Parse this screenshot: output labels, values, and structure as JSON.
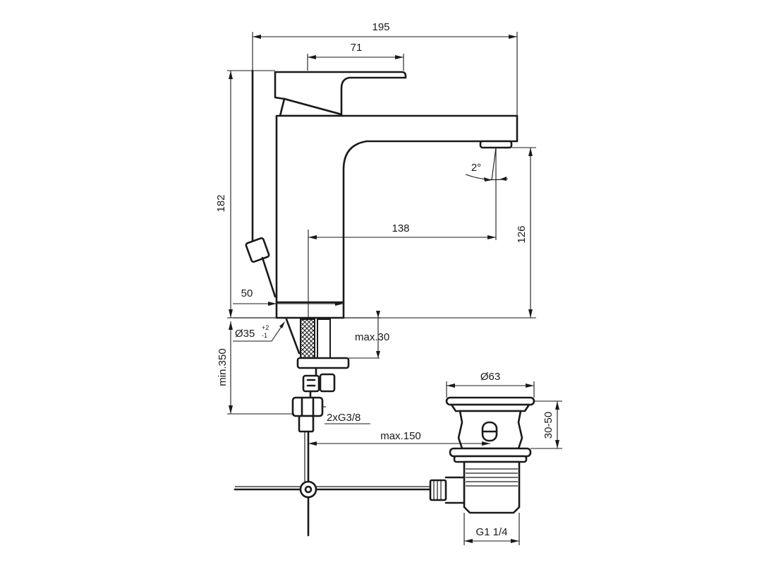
{
  "dimensions": {
    "overall_width": "195",
    "lever_offset": "71",
    "overall_height": "182",
    "spout_height": "126",
    "spout_reach": "138",
    "angle": "2°",
    "base_offset": "50",
    "hole_diameter": "Ø35",
    "hole_tolerance_plus": "+2",
    "hole_tolerance_minus": "-1",
    "max_deck": "max.30",
    "hose_length": "min.350",
    "connection": "2xG3/8",
    "rod_reach": "max.150",
    "waste_diameter": "Ø63",
    "waste_height": "30-50",
    "waste_thread": "G1 1/4"
  }
}
